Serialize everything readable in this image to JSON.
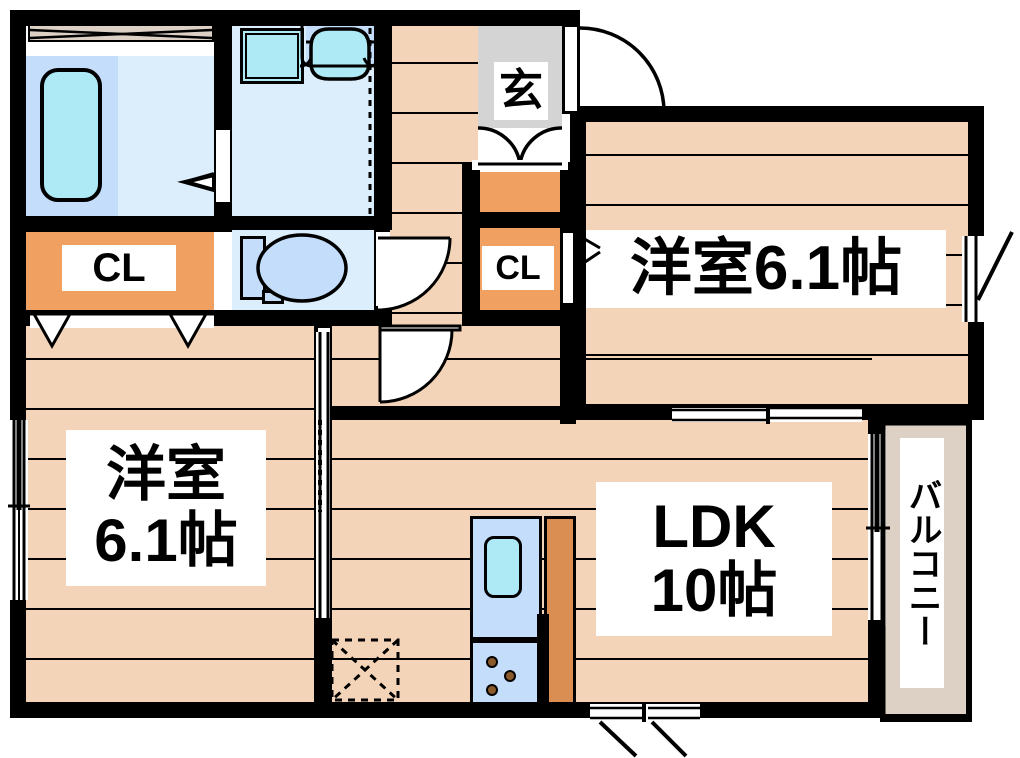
{
  "plan": {
    "type": "japanese-apartment-floorplan",
    "layout_code": "2LDK",
    "colors": {
      "wall": "#000000",
      "floor_wood": "#F4D4B8",
      "closet_orange": "#F0A162",
      "water_area_blue": "#DCEDFB",
      "tub_blue": "#C3DDFA",
      "tub_water": "#AEEAF5",
      "entry_gray": "#D4D4D4",
      "balcony_tan": "#DDD1C5",
      "burner_brown": "#8B5A2B",
      "window_tan": "#DDD1C5"
    }
  },
  "rooms": {
    "bedroom_right": {
      "name": "洋室6.1帖",
      "label_line1": "洋室6.1帖",
      "size": "6.1",
      "unit": "帖"
    },
    "bedroom_left": {
      "name": "洋室6.1帖",
      "label_line1": "洋室",
      "label_line2": "6.1帖",
      "size": "6.1",
      "unit": "帖"
    },
    "ldk": {
      "name": "LDK10帖",
      "label_line1": "LDK",
      "label_line2": "10帖",
      "size": "10",
      "unit": "帖"
    },
    "entrance": {
      "name": "玄関",
      "label": "玄"
    },
    "balcony": {
      "name": "バルコニー",
      "label": "バルコニー"
    },
    "closet_left": {
      "name": "クローゼット",
      "label": "CL"
    },
    "closet_entry": {
      "name": "クローゼット",
      "label": "CL"
    },
    "bathroom": {
      "name": "浴室"
    },
    "washroom": {
      "name": "洗面脱衣所"
    },
    "toilet": {
      "name": "トイレ"
    }
  },
  "fixtures": {
    "bathtub": "bathtub-icon",
    "washing_machine": "washing-machine-icon",
    "vanity_sink": "vanity-sink-icon",
    "toilet_bowl": "toilet-icon",
    "kitchen_sink": "kitchen-sink-icon",
    "kitchen_stove": "stove-icon",
    "burner_count": 3
  },
  "openings": {
    "entry_door": "entrance-door-swing",
    "entry_inner_double_door": "double-door-swing",
    "toilet_door": "toilet-door-swing",
    "bedroom_left_door": "bedroom-door-swing",
    "washroom_door": "washroom-door-swing",
    "bathroom_folding_door": "folding-door",
    "ldk_windows": "sliding-window",
    "bedroom_right_window": "sliding-window",
    "bedroom_left_window": "sliding-window",
    "balcony_sliding_door": "sliding-glass-door",
    "storage_hatch": "under-floor-storage"
  }
}
